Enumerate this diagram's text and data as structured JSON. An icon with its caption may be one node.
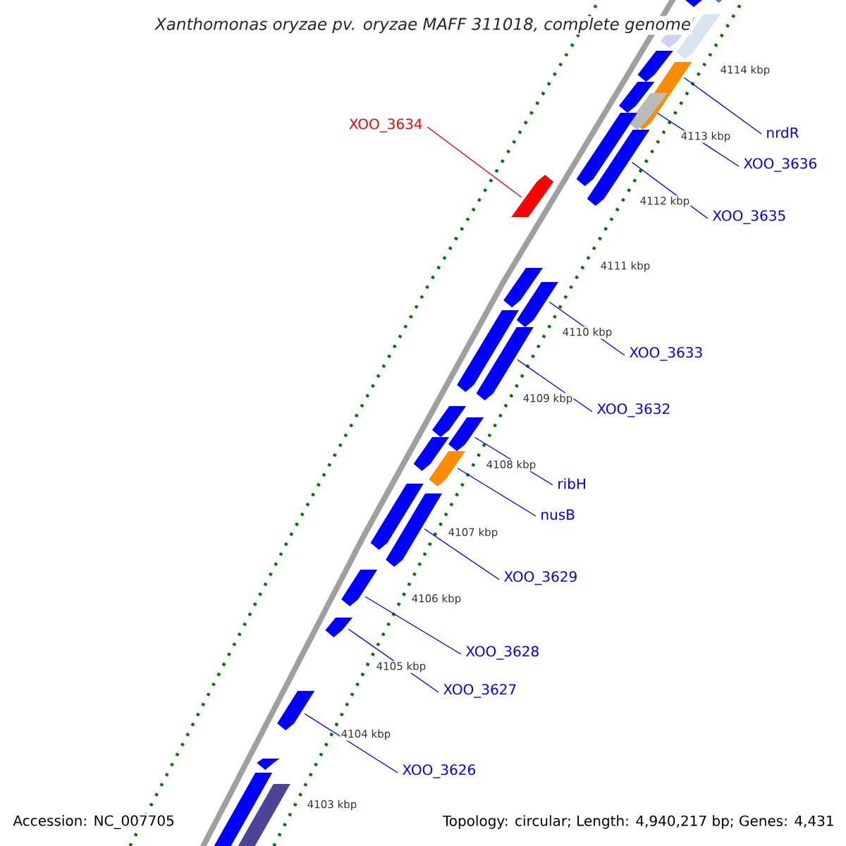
{
  "diagram": {
    "title": "Xanthomonas oryzae pv. oryzae MAFF 311018, complete genome",
    "nodes": [
      {
        "text": [
          "XOO_3634"
        ]
      },
      {
        "text": [
          "nrdR"
        ]
      },
      {
        "text": [
          "XOO_3636"
        ]
      },
      {
        "text": [
          "XOO_3635"
        ]
      },
      {
        "text": [
          "XOO_3633"
        ]
      },
      {
        "text": [
          "XOO_3632"
        ]
      },
      {
        "text": [
          "ribH"
        ]
      },
      {
        "text": [
          "nusB"
        ]
      },
      {
        "text": [
          "XOO_3629"
        ]
      },
      {
        "text": [
          "XOO_3628"
        ]
      },
      {
        "text": [
          "XOO_3627"
        ]
      },
      {
        "text": [
          "XOO_3626"
        ]
      },
      {
        "text": [],
        "shape": "bar"
      },
      {
        "text": [],
        "shape": "bar"
      },
      {
        "text": [],
        "shape": "bar"
      },
      {
        "text": [],
        "shape": "bar"
      },
      {
        "text": [],
        "shape": "bar"
      },
      {
        "text": [],
        "shape": "bar"
      },
      {
        "text": [],
        "shape": "bar"
      },
      {
        "text": [],
        "shape": "bar"
      },
      {
        "text": [],
        "shape": "bar"
      },
      {
        "text": [],
        "shape": "bar"
      },
      {
        "text": [],
        "shape": "bar"
      },
      {
        "text": [],
        "shape": "bar"
      },
      {
        "text": [],
        "shape": "bar"
      },
      {
        "text": [],
        "shape": "bar"
      },
      {
        "text": [],
        "shape": "bar"
      },
      {
        "text": [],
        "shape": "bar"
      },
      {
        "text": [],
        "shape": "bar"
      },
      {
        "text": [],
        "shape": "bar"
      },
      {
        "text": [],
        "shape": "bar"
      },
      {
        "text": [],
        "shape": "bar"
      },
      {
        "text": [],
        "shape": "bar"
      },
      {
        "text": [],
        "shape": "bar"
      },
      {
        "text": [],
        "shape": "bar"
      },
      {
        "text": [],
        "shape": "bar"
      },
      {
        "text": [],
        "shape": "bar"
      },
      {
        "text": [],
        "shape": "bar"
      },
      {
        "text": [],
        "shape": "bar"
      }
    ],
    "edges": [
      {
        "from": 0,
        "to": 22,
        "arrow": "none",
        "color": "#ff0000"
      },
      {
        "from": 1,
        "to": 17,
        "arrow": "none"
      },
      {
        "from": 2,
        "to": 19,
        "arrow": "none"
      },
      {
        "from": 3,
        "to": 21,
        "arrow": "none"
      },
      {
        "from": 4,
        "to": 24,
        "arrow": "none"
      },
      {
        "from": 5,
        "to": 26,
        "arrow": "none"
      },
      {
        "from": 6,
        "to": 28,
        "arrow": "none"
      },
      {
        "from": 7,
        "to": 30,
        "arrow": "none"
      },
      {
        "from": 8,
        "to": 32,
        "arrow": "none"
      },
      {
        "from": 9,
        "to": 33,
        "arrow": "none"
      },
      {
        "from": 10,
        "to": 34,
        "arrow": "none"
      },
      {
        "from": 11,
        "to": 35,
        "arrow": "none"
      }
    ],
    "labels": [
      "4114 kbp",
      "4113 kbp",
      "4112 kbp",
      "4111 kbp",
      "4110 kbp",
      "4109 kbp",
      "4108 kbp",
      "4107 kbp",
      "4106 kbp",
      "4105 kbp",
      "4104 kbp",
      "4103 kbp",
      "Accession: NC_007705",
      "Topology: circular; Length: 4,940,217 bp; Genes: 4,431"
    ]
  }
}
